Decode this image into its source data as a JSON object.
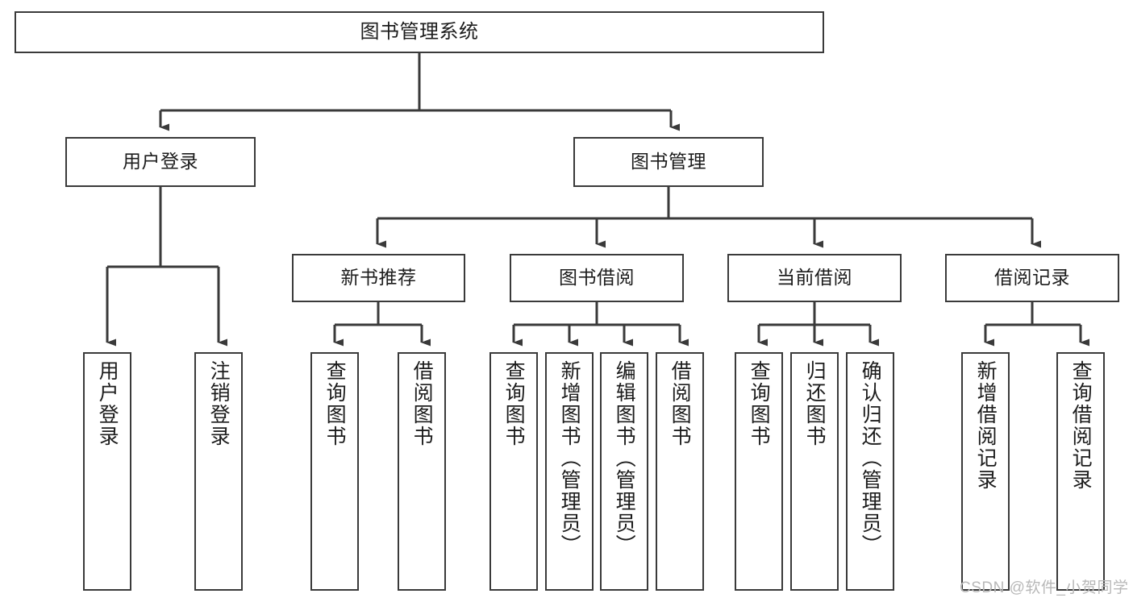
{
  "diagram": {
    "title": "图书管理系统",
    "type": "tree-hierarchy-diagram",
    "watermark": "CSDN @软件_小贺同学",
    "colors": {
      "box_border": "#3a3a3a",
      "box_fill": "#ffffff",
      "edge": "#3a3a3a",
      "text": "#1c1c1c",
      "watermark": "#b8b8b8",
      "background": "#ffffff"
    },
    "nodes": {
      "root": {
        "label": "图书管理系统"
      },
      "level2": [
        {
          "id": "user-login",
          "label": "用户登录"
        },
        {
          "id": "book-manage",
          "label": "图书管理"
        }
      ],
      "level3": [
        {
          "id": "new-book-rec",
          "label": "新书推荐"
        },
        {
          "id": "book-borrow",
          "label": "图书借阅"
        },
        {
          "id": "current-borrow",
          "label": "当前借阅"
        },
        {
          "id": "borrow-record",
          "label": "借阅记录"
        }
      ],
      "leaves": {
        "user-login": [
          {
            "id": "leaf-user-login",
            "label": "用户登录"
          },
          {
            "id": "leaf-user-logout",
            "label": "注销登录"
          }
        ],
        "new-book-rec": [
          {
            "id": "leaf-query-book-1",
            "label": "查询图书"
          },
          {
            "id": "leaf-borrow-book-1",
            "label": "借阅图书"
          }
        ],
        "book-borrow": [
          {
            "id": "leaf-query-book-2",
            "label": "查询图书"
          },
          {
            "id": "leaf-add-book",
            "label": "新增图书（管理员）"
          },
          {
            "id": "leaf-edit-book",
            "label": "编辑图书（管理员）"
          },
          {
            "id": "leaf-borrow-book-2",
            "label": "借阅图书"
          }
        ],
        "current-borrow": [
          {
            "id": "leaf-query-book-3",
            "label": "查询图书"
          },
          {
            "id": "leaf-return-book",
            "label": "归还图书"
          },
          {
            "id": "leaf-confirm-return",
            "label": "确认归还（管理员）"
          }
        ],
        "borrow-record": [
          {
            "id": "leaf-add-record",
            "label": "新增借阅记录"
          },
          {
            "id": "leaf-query-record",
            "label": "查询借阅记录"
          }
        ]
      }
    }
  }
}
